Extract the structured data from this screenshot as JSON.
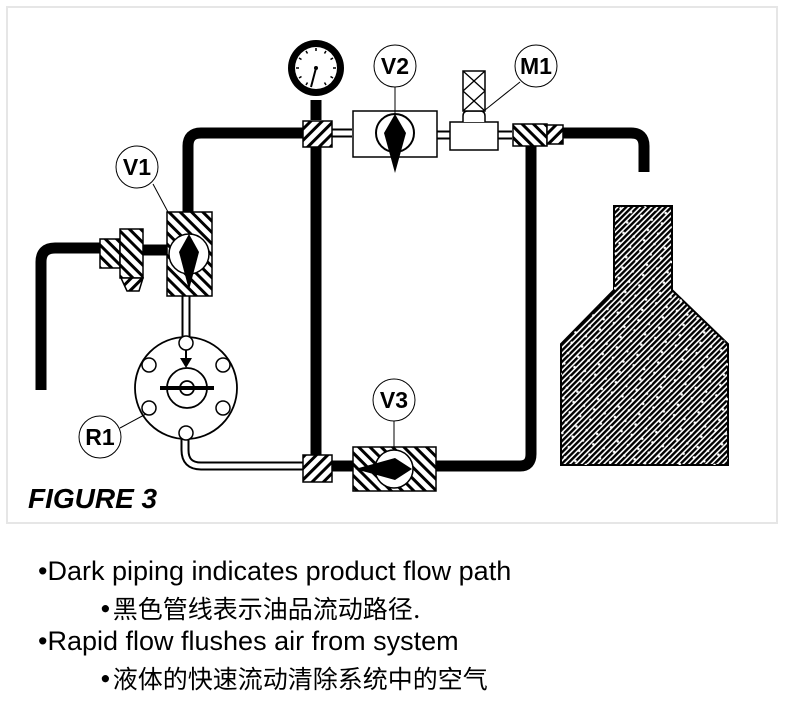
{
  "figure": {
    "title": "FIGURE 3",
    "labels": {
      "v1": "V1",
      "v2": "V2",
      "v3": "V3",
      "m1": "M1",
      "r1": "R1"
    },
    "components": [
      {
        "id": "pressure-gauge",
        "kind": "gauge-icon"
      },
      {
        "id": "V1",
        "kind": "valve-icon"
      },
      {
        "id": "V2",
        "kind": "valve-icon"
      },
      {
        "id": "V3",
        "kind": "valve-icon"
      },
      {
        "id": "M1",
        "kind": "meter-icon"
      },
      {
        "id": "R1",
        "kind": "reel-icon"
      },
      {
        "id": "tank",
        "kind": "tank-icon"
      },
      {
        "id": "nozzle",
        "kind": "nozzle-icon"
      }
    ],
    "colors": {
      "pipe_product": "#000000",
      "pipe_other": "#ffffff",
      "frame_border": "#e6e6e6"
    }
  },
  "notes": [
    {
      "text": "•Dark piping indicates product flow path",
      "level": 1
    },
    {
      "text": "•黑色管线表示油品流动路径.",
      "level": 2
    },
    {
      "text": "•Rapid flow flushes air from system",
      "level": 1
    },
    {
      "text": "•液体的快速流动清除系统中的空气",
      "level": 2
    }
  ]
}
